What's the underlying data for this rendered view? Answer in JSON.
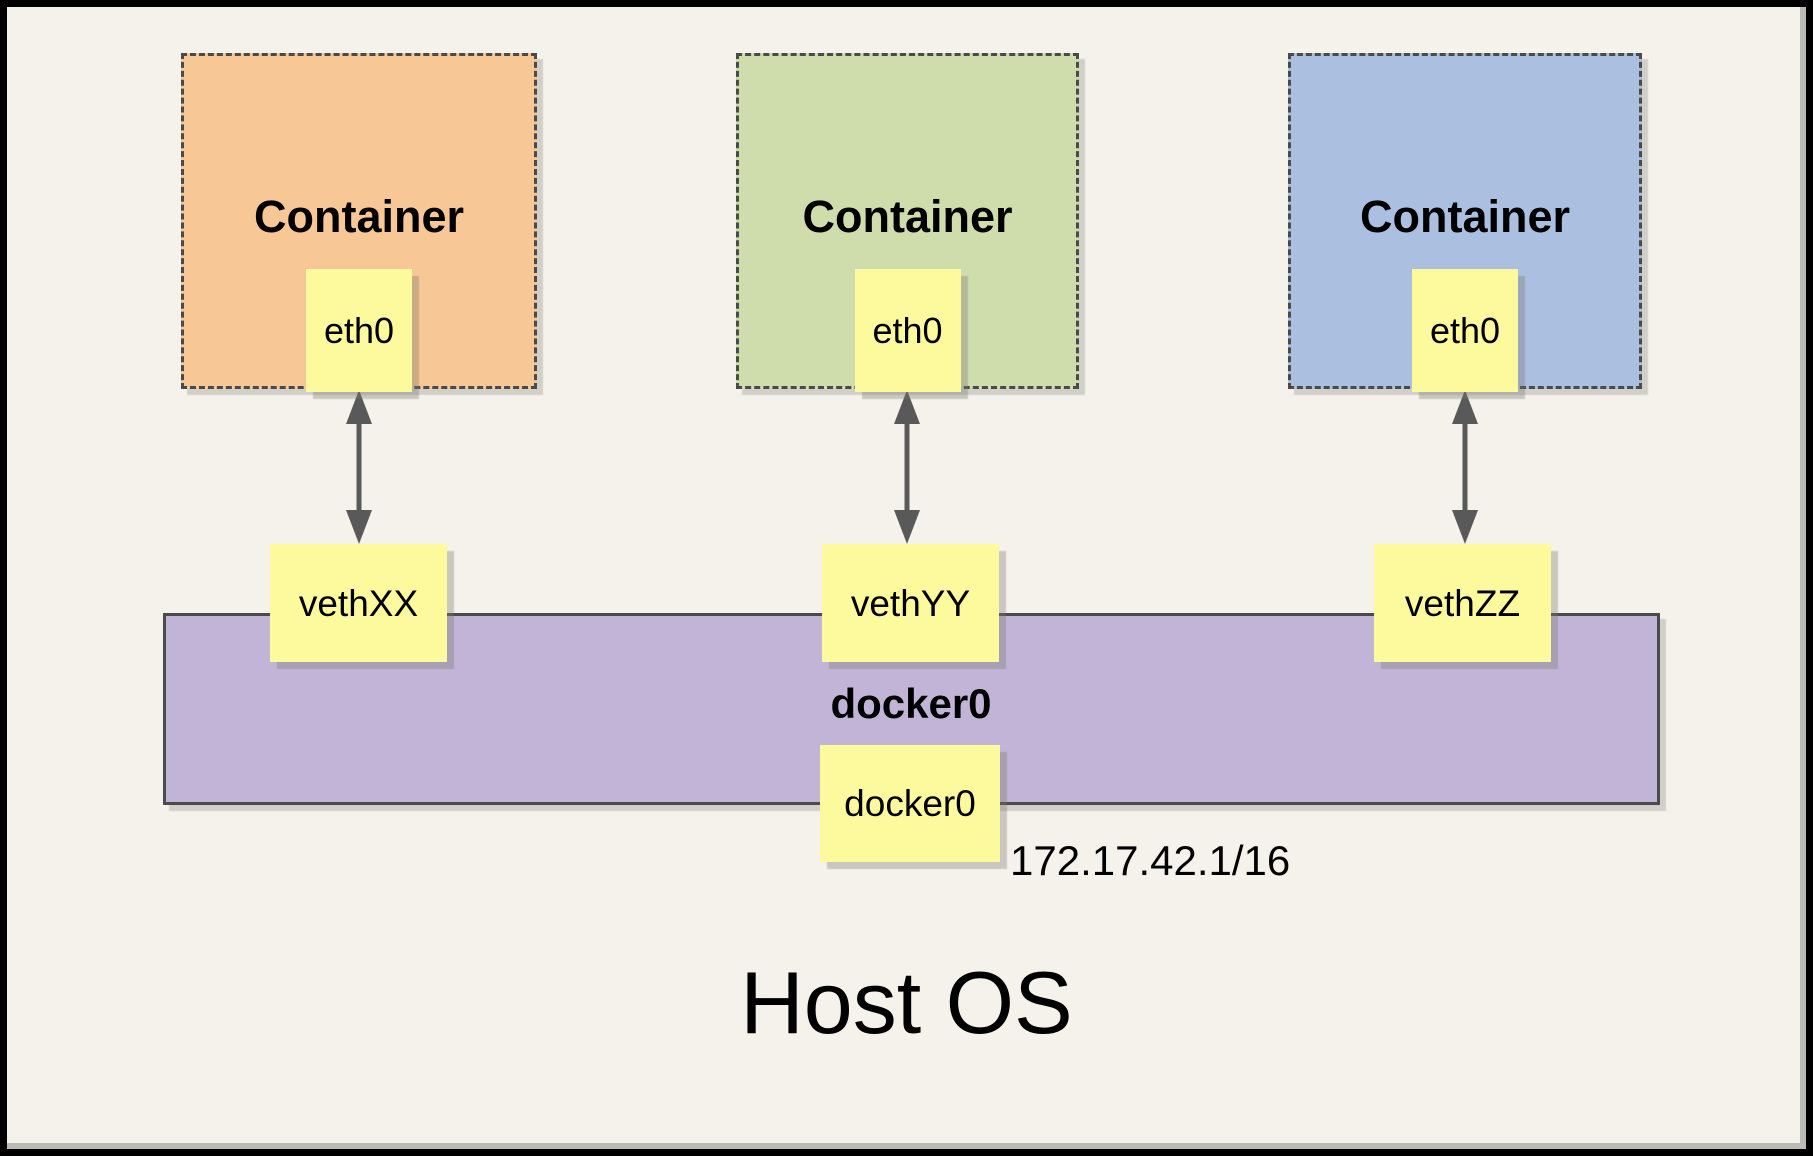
{
  "diagram": {
    "host_label": "Host OS",
    "containers": [
      {
        "label": "Container",
        "interface_label": "eth0",
        "veth_label": "vethXX",
        "fill": "#F7C795"
      },
      {
        "label": "Container",
        "interface_label": "eth0",
        "veth_label": "vethYY",
        "fill": "#CFDCAC"
      },
      {
        "label": "Container",
        "interface_label": "eth0",
        "veth_label": "vethZZ",
        "fill": "#ABC0E0"
      }
    ],
    "bridge": {
      "label": "docker0",
      "interface_label": "docker0",
      "ip_address": "172.17.42.1/16",
      "fill": "#C1B4D7"
    },
    "icons": {
      "link_arrow": "double-headed-vertical-arrow"
    },
    "colors": {
      "background": "#F4F2EB",
      "box_yellow": "#FCFA9D",
      "arrow": "#595959",
      "border_dark": "#4A4A4A",
      "text": "#000000"
    }
  }
}
